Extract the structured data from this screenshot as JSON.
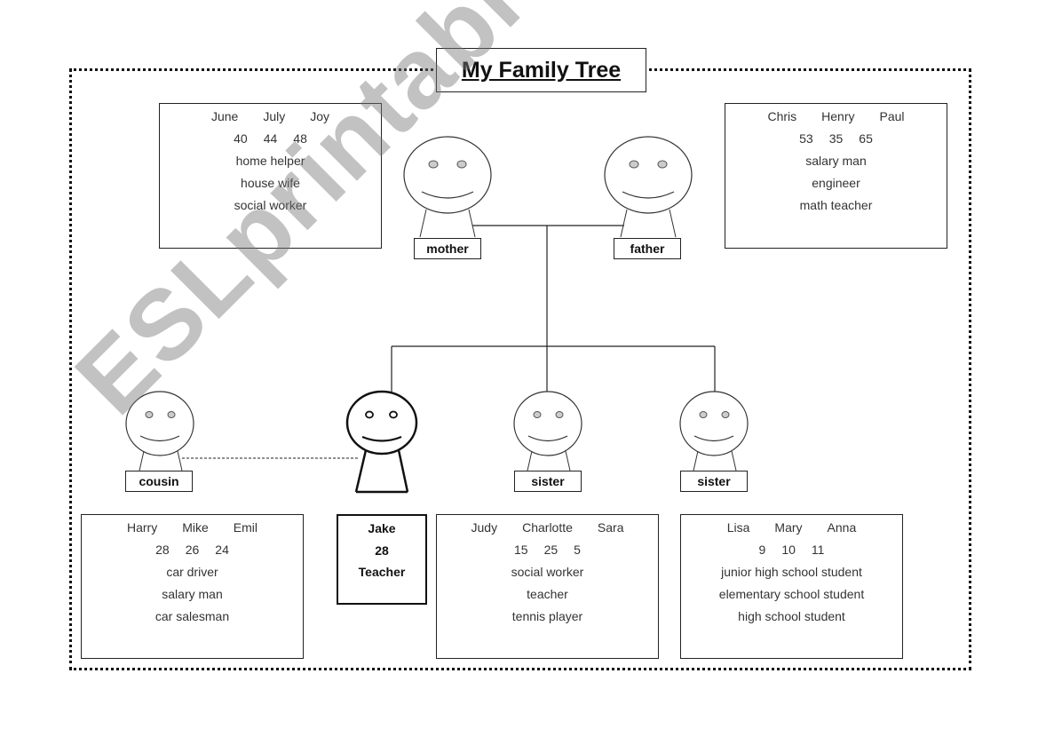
{
  "title": "My Family Tree",
  "watermark": "ESLprintables.com",
  "mother_info": {
    "names": [
      "June",
      "July",
      "Joy"
    ],
    "ages": [
      "40",
      "44",
      "48"
    ],
    "jobs": [
      "home helper",
      "house wife",
      "social worker"
    ]
  },
  "father_info": {
    "names": [
      "Chris",
      "Henry",
      "Paul"
    ],
    "ages": [
      "53",
      "35",
      "65"
    ],
    "jobs": [
      "salary man",
      "engineer",
      "math teacher"
    ]
  },
  "cousin_info": {
    "names": [
      "Harry",
      "Mike",
      "Emil"
    ],
    "ages": [
      "28",
      "26",
      "24"
    ],
    "jobs": [
      "car driver",
      "salary man",
      "car salesman"
    ]
  },
  "sister1_info": {
    "names": [
      "Judy",
      "Charlotte",
      "Sara"
    ],
    "ages": [
      "15",
      "25",
      "5"
    ],
    "jobs": [
      "social worker",
      "teacher",
      "tennis player"
    ]
  },
  "sister2_info": {
    "names": [
      "Lisa",
      "Mary",
      "Anna"
    ],
    "ages": [
      "9",
      "10",
      "11"
    ],
    "jobs": [
      "junior high school student",
      "elementary school student",
      "high school student"
    ]
  },
  "labels": {
    "mother": "mother",
    "father": "father",
    "cousin": "cousin",
    "sister1": "sister",
    "sister2": "sister"
  },
  "jake": {
    "name": "Jake",
    "age": "28",
    "job": "Teacher"
  }
}
